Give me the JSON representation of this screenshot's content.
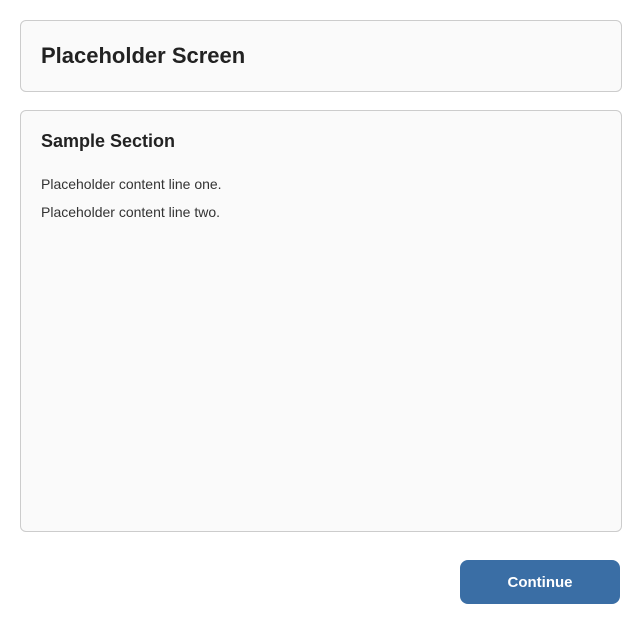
{
  "header": {
    "title": "Placeholder Screen"
  },
  "panel": {
    "heading": "Sample Section",
    "line_1": "Placeholder content line one.",
    "line_2": "Placeholder content line two."
  },
  "footer": {
    "action_label": "Continue"
  }
}
